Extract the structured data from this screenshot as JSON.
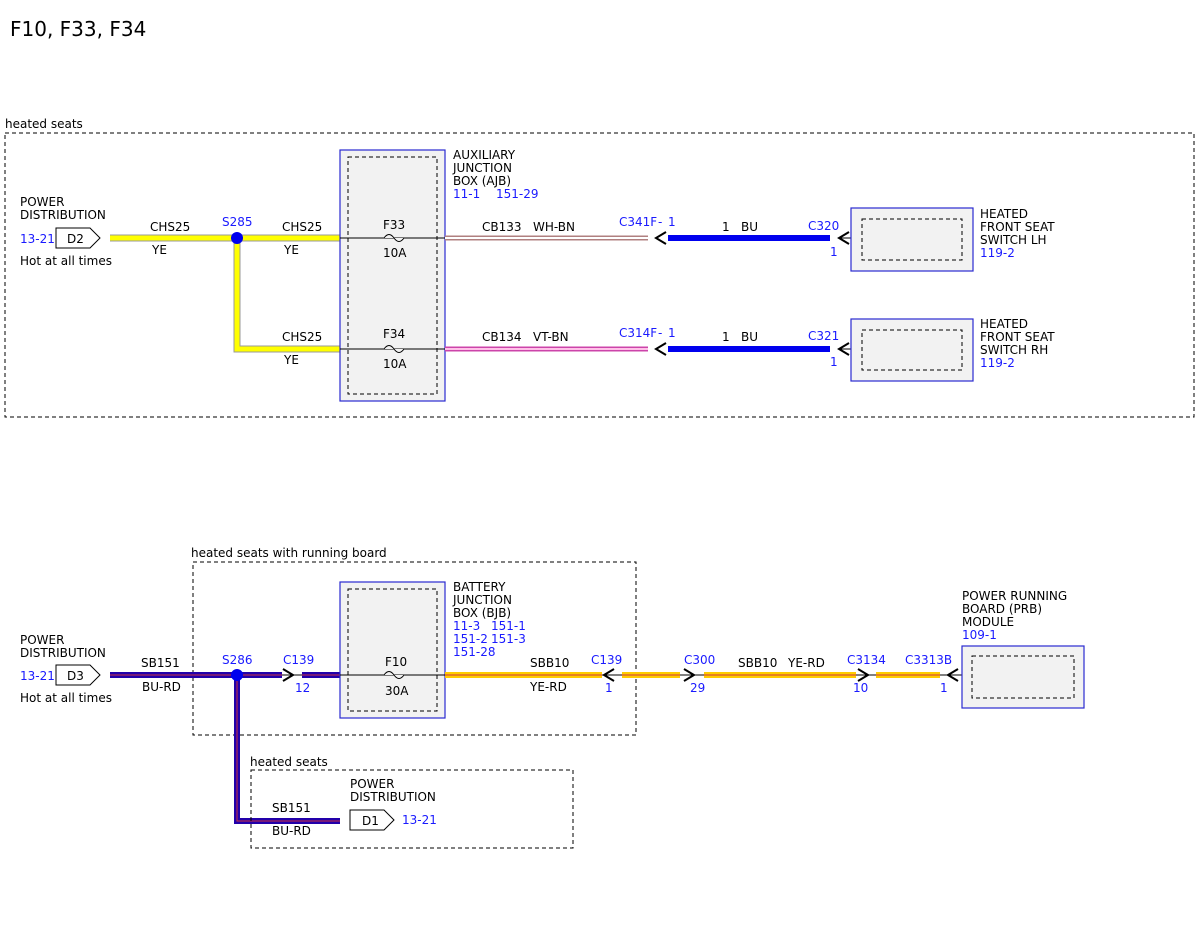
{
  "page_title": "F10, F33, F34",
  "colors": {
    "yellow": "#ffff00",
    "dark_blue": "#2200cc",
    "blue": "#0000ee",
    "orange": "#ffcc00",
    "pink": "#ff88cc",
    "grey": "#999999",
    "ref_blue": "#1a1aff"
  },
  "section1": {
    "label": "heated seats",
    "power_dist": {
      "line1": "POWER",
      "line2": "DISTRIBUTION",
      "ref": "13-21",
      "connector": "D2",
      "note": "Hot at all times"
    },
    "splice": "S285",
    "wire_chs25": "CHS25",
    "wire_ye": "YE",
    "ajb": {
      "line1": "AUXILIARY",
      "line2": "JUNCTION",
      "line3": "BOX (AJB)",
      "ref1": "11-1",
      "ref2": "151-29"
    },
    "fuse_f33": {
      "name": "F33",
      "rating": "10A"
    },
    "fuse_f34": {
      "name": "F34",
      "rating": "10A"
    },
    "circuit_top": {
      "circuit": "CB133",
      "color": "WH-BN",
      "connector": "C341F",
      "dash": "-",
      "pin": "1",
      "pin2": "1",
      "color2": "BU",
      "dest_connector": "C320",
      "dest_pin": "1"
    },
    "circuit_bottom": {
      "circuit": "CB134",
      "color": "VT-BN",
      "connector": "C314F",
      "dash": "-",
      "pin": "1",
      "pin2": "1",
      "color2": "BU",
      "dest_connector": "C321",
      "dest_pin": "1"
    },
    "switch_lh": {
      "line1": "HEATED",
      "line2": "FRONT SEAT",
      "line3": "SWITCH LH",
      "ref": "119-2"
    },
    "switch_rh": {
      "line1": "HEATED",
      "line2": "FRONT SEAT",
      "line3": "SWITCH RH",
      "ref": "119-2"
    }
  },
  "section2": {
    "label": "heated seats with running board",
    "power_dist": {
      "line1": "POWER",
      "line2": "DISTRIBUTION",
      "ref": "13-21",
      "connector": "D3",
      "note": "Hot at all times"
    },
    "wire_sb151": "SB151",
    "wire_bu_rd": "BU-RD",
    "splice": "S286",
    "c139_left": {
      "name": "C139",
      "pin": "12"
    },
    "bjb": {
      "line1": "BATTERY",
      "line2": "JUNCTION",
      "line3": "BOX (BJB)",
      "ref1": "11-3",
      "ref2": "151-1",
      "ref3": "151-2",
      "ref4": "151-3",
      "ref5": "151-28"
    },
    "fuse_f10": {
      "name": "F10",
      "rating": "30A"
    },
    "wire_sbb10": "SBB10",
    "wire_ye_rd": "YE-RD",
    "c139_right": {
      "name": "C139",
      "pin": "1"
    },
    "c300": {
      "name": "C300",
      "pin": "29"
    },
    "c3134": {
      "name": "C3134",
      "pin": "10"
    },
    "c3313b": {
      "name": "C3313B",
      "pin": "1"
    },
    "prb": {
      "line1": "POWER RUNNING",
      "line2": "BOARD (PRB)",
      "line3": "MODULE",
      "ref": "109-1"
    }
  },
  "section3": {
    "label": "heated seats",
    "wire_sb151": "SB151",
    "wire_bu_rd": "BU-RD",
    "power_dist": {
      "line1": "POWER",
      "line2": "DISTRIBUTION",
      "connector": "D1",
      "ref": "13-21"
    }
  }
}
